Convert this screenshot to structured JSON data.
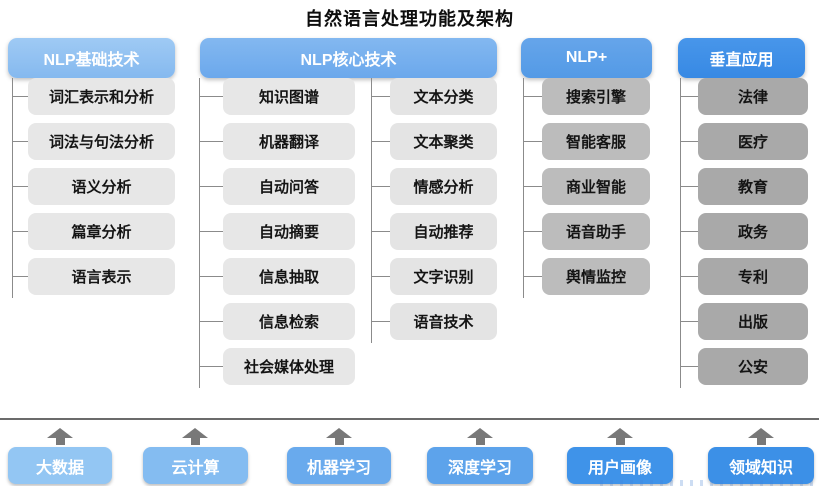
{
  "title": "自然语言处理功能及架构",
  "columns": [
    {
      "header": "NLP基础技术",
      "items": [
        "词汇表示和分析",
        "词法与句法分析",
        "语义分析",
        "篇章分析",
        "语言表示"
      ]
    },
    {
      "header": "NLP核心技术",
      "items_left": [
        "知识图谱",
        "机器翻译",
        "自动问答",
        "自动摘要",
        "信息抽取",
        "信息检索",
        "社会媒体处理"
      ],
      "items_right": [
        "文本分类",
        "文本聚类",
        "情感分析",
        "自动推荐",
        "文字识别",
        "语音技术"
      ]
    },
    {
      "header": "NLP+",
      "items": [
        "搜索引擎",
        "智能客服",
        "商业智能",
        "语音助手",
        "舆情监控"
      ]
    },
    {
      "header": "垂直应用",
      "items": [
        "法律",
        "医疗",
        "教育",
        "政务",
        "专利",
        "出版",
        "公安"
      ]
    }
  ],
  "foundation": {
    "items": [
      "大数据",
      "云计算",
      "机器学习",
      "深度学习",
      "用户画像",
      "领域知识"
    ]
  },
  "colors": {
    "header_nlp_basic": "#92c2f0",
    "header_nlp_core": "#76b0ee",
    "header_nlp_plus": "#5b9ee8",
    "header_vertical_apps": "#3e8fe8",
    "node_light_gray": "#e7e7e7",
    "node_medium_gray": "#bcbcbc",
    "node_dark_gray": "#a9a9a9",
    "foundation_blues": [
      "#93c6f3",
      "#84bcf1",
      "#69aaed",
      "#5da3eb",
      "#3f93e9",
      "#3c90e7"
    ],
    "connector": "#8b8b8b",
    "separator": "#6b6b6b",
    "arrow": "#787878",
    "header_text": "#ffffff",
    "node_text": "#141414"
  }
}
